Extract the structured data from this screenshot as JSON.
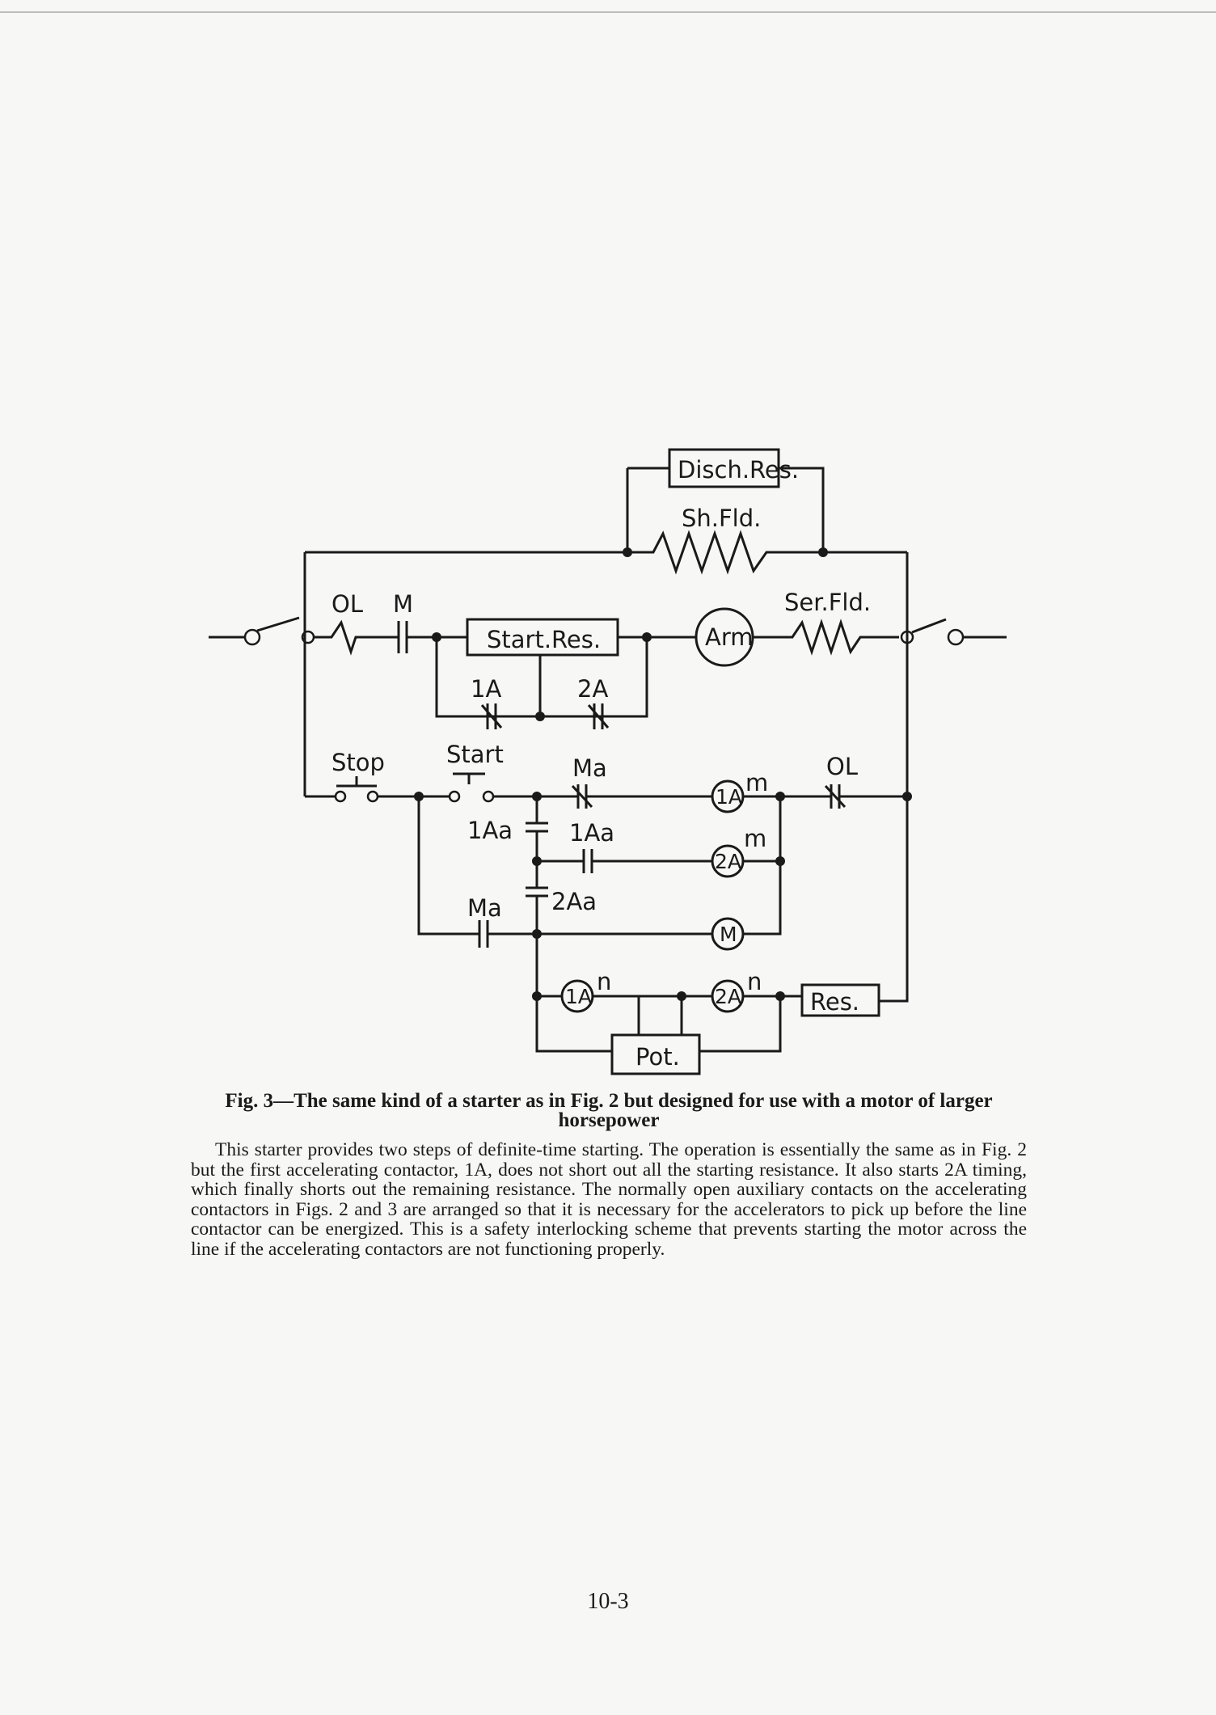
{
  "diagram": {
    "labels": {
      "disch_res": "Disch.Res.",
      "sh_fld": "Sh.Fld.",
      "ol_top": "OL",
      "m_top": "M",
      "start_res": "Start.Res.",
      "arm": "Arm",
      "ser_fld": "Ser.Fld.",
      "one_a": "1A",
      "two_a": "2A",
      "stop": "Stop",
      "start": "Start",
      "ma_top": "Ma",
      "one_a_coil_m": "1A",
      "sup_m1": "m",
      "ol_right": "OL",
      "one_aa_left": "1Aa",
      "one_aa_right": "1Aa",
      "two_a_coil_m": "2A",
      "sup_m2": "m",
      "ma_bottom": "Ma",
      "two_aa": "2Aa",
      "m_coil": "M",
      "one_a_coil_n": "1A",
      "sup_n1": "n",
      "two_a_coil_n": "2A",
      "sup_n2": "n",
      "res": "Res.",
      "pot": "Pot."
    }
  },
  "caption": "Fig. 3—The same kind of a starter as in Fig. 2 but designed for use with a motor of larger horsepower",
  "body": "This starter provides two steps of definite-time starting. The operation is essentially the same as in Fig. 2 but the first accelerating contactor, 1A, does not short out all the starting resistance. It also starts 2A timing, which finally shorts out the remaining resistance. The normally open auxiliary contacts on the accelerating contactors in Figs. 2 and 3 are arranged so that it is necessary for the accelerators to pick up before the line contactor can be energized. This is a safety interlocking scheme that prevents starting the motor across the line if the accelerating contactors are not functioning properly.",
  "page_number": "10-3"
}
